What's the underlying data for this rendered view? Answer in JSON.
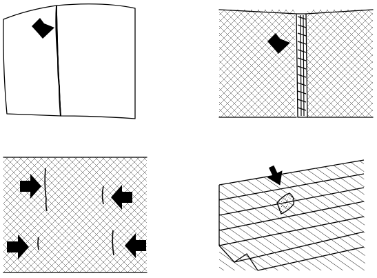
{
  "figure": {
    "panels": [
      {
        "id": "stippled-surface-with-crack",
        "arrows": 1
      },
      {
        "id": "crosshatched-surface-with-open-seam",
        "arrows": 1
      },
      {
        "id": "crosshatched-surface-with-hairline-cracks",
        "arrows": 4
      },
      {
        "id": "corrugated-surface-with-chipped-rib",
        "arrows": 1
      }
    ],
    "colors": {
      "ink": "#000000",
      "paper": "#ffffff"
    },
    "icons": [
      "arrow-icon"
    ]
  }
}
